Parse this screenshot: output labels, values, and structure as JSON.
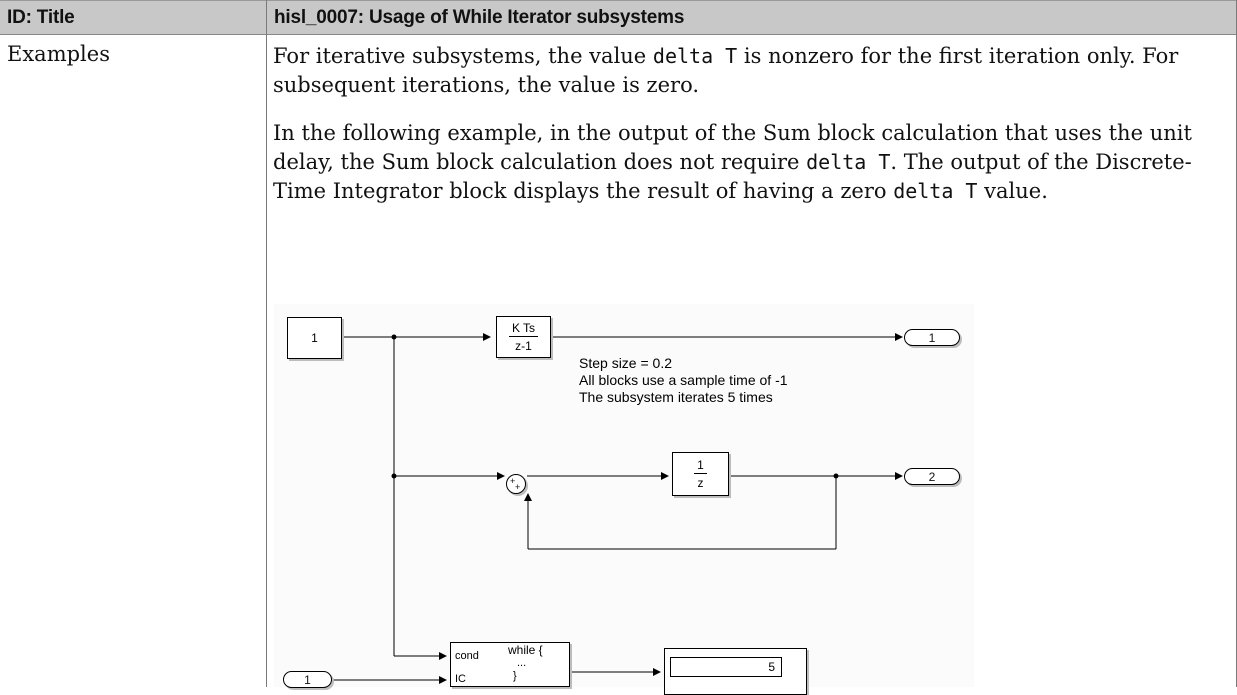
{
  "table": {
    "header": {
      "col1": "ID: Title",
      "col2": "hisl_0007: Usage of While Iterator subsystems"
    },
    "row_label": "Examples",
    "para1": {
      "a": "For iterative subsystems, the value ",
      "code": "delta T",
      "b": " is nonzero for the first iteration only. For subsequent iterations, the value is zero."
    },
    "para2": {
      "a": "In the following example, in the output of the Sum block calculation that uses the unit delay, the Sum block calculation does not require ",
      "code1": "delta T",
      "b": ". The output of the Discrete-Time Integrator block displays the result of having a zero ",
      "code2": "delta T",
      "c": " value."
    }
  },
  "diagram": {
    "constant_value": "1",
    "integrator": {
      "num": "K Ts",
      "den": "z-1"
    },
    "delay": {
      "num": "1",
      "den": "z"
    },
    "outport1": "1",
    "outport2": "2",
    "inport1": "1",
    "note_lines": [
      "Step size = 0.2",
      "All blocks use a sample time of -1",
      "The subsystem iterates 5 times"
    ],
    "sum_signs": [
      "+",
      "+"
    ],
    "while_block": {
      "port_cond": "cond",
      "port_ic": "IC",
      "line1": "while {",
      "line2": "...",
      "line3": "}"
    },
    "display_value": "5"
  }
}
